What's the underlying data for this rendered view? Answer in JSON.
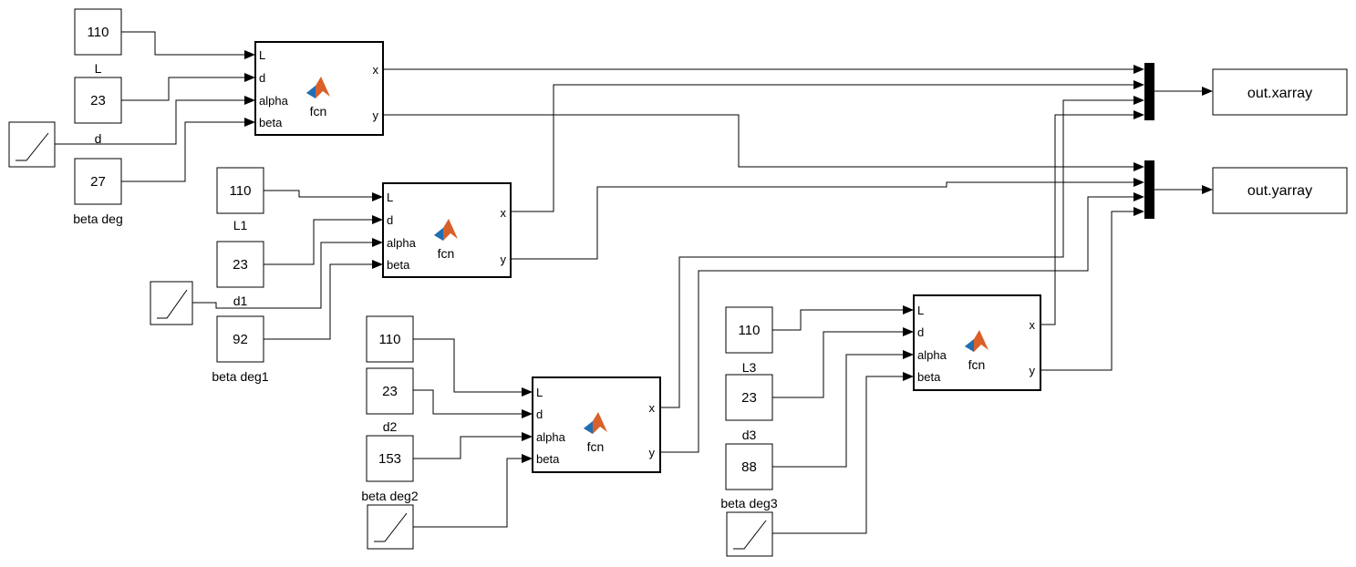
{
  "constants": [
    {
      "id": "c110a",
      "value": "110"
    },
    {
      "id": "c23a",
      "value": "23",
      "label": "L"
    },
    {
      "id": "c27",
      "value": "27",
      "label": "beta deg"
    },
    {
      "id": "c110b",
      "value": "110"
    },
    {
      "id": "c23b",
      "value": "23",
      "label": "L1"
    },
    {
      "id": "c92",
      "value": "92",
      "label": "beta deg1"
    },
    {
      "id": "c110c",
      "value": "110"
    },
    {
      "id": "c23c",
      "value": "23"
    },
    {
      "id": "c153",
      "value": "153",
      "label": "d2"
    },
    {
      "id": "c110d",
      "value": "110"
    },
    {
      "id": "c23d",
      "value": "23",
      "label": "L3"
    },
    {
      "id": "c88",
      "value": "88",
      "label": "d3"
    }
  ],
  "ramp_labels": [
    "d",
    "d1",
    "beta deg2",
    "beta deg3"
  ],
  "functions": [
    {
      "name": "fcn",
      "inputs": [
        "L",
        "d",
        "alpha",
        "beta"
      ],
      "outputs": [
        "x",
        "y"
      ]
    },
    {
      "name": "fcn",
      "inputs": [
        "L",
        "d",
        "alpha",
        "beta"
      ],
      "outputs": [
        "x",
        "y"
      ]
    },
    {
      "name": "fcn",
      "inputs": [
        "L",
        "d",
        "alpha",
        "beta"
      ],
      "outputs": [
        "x",
        "y"
      ]
    },
    {
      "name": "fcn",
      "inputs": [
        "L",
        "d",
        "alpha",
        "beta"
      ],
      "outputs": [
        "x",
        "y"
      ]
    }
  ],
  "outputs": [
    {
      "name": "out.xarray"
    },
    {
      "name": "out.yarray"
    }
  ],
  "colors": {
    "matlab_logo": "#d9602a",
    "matlab_logo_blue": "#1f6fb5"
  }
}
